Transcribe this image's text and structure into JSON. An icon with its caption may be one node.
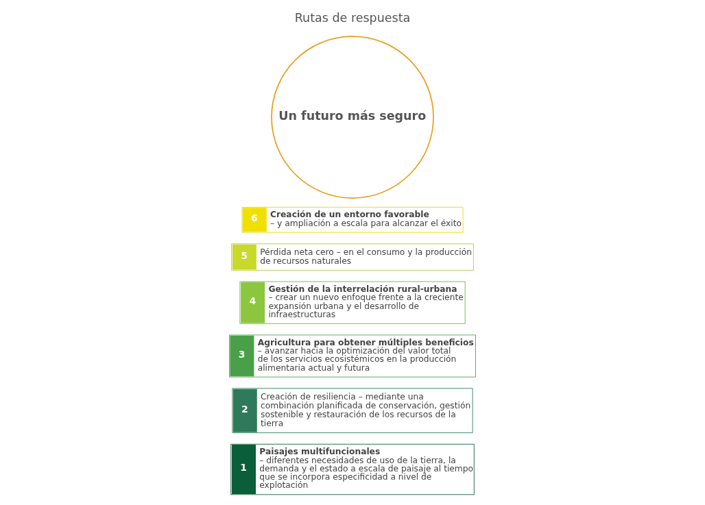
{
  "diagram": {
    "nodes": [
      {
        "text": [
          "1",
          "**Paisajes multifuncionales** – diferentes necesidades de uso de la tierra, la demanda y el estado a escala de paisaje al tiempo que se incorpora especificidad a nivel de explotación"
        ]
      },
      {
        "text": [
          "2",
          "Creación de resiliencia – mediante una combinación planificada de conservación, gestión sostenible y restauración de los recursos de la tierra"
        ]
      },
      {
        "text": [
          "3",
          "**Agricultura para obtener múltiples beneficios** – avanzar hacia la optimización del valor total de los servicios ecosistémicos en la producción alimentaria actual y futura"
        ]
      },
      {
        "text": [
          "4",
          "**Gestión de la interrelación rural-urbana**– crear un nuevo enfoque frente a la creciente expansión urbana y el desarrollo de infraestructuras"
        ]
      },
      {
        "text": [
          "5",
          "Pérdida neta cero – en el consumo y la producción de recursos naturales"
        ]
      },
      {
        "text": [
          "6",
          "**Creación de un entorno favorable** – y ampliación a escala para alcanzar el éxito"
        ]
      },
      {
        "text": [
          "Un futuro más seguro"
        ]
      }
    ],
    "edges": [],
    "labels": [
      "Rutas de respuesta"
    ]
  }
}
